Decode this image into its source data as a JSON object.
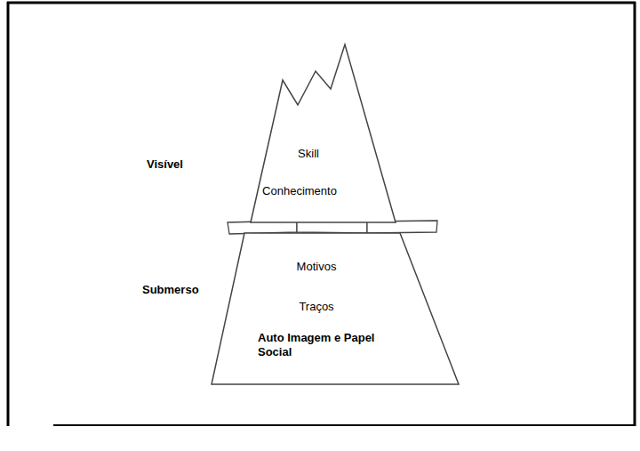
{
  "diagram": {
    "nodes": [
      {
        "text": [
          "Skill",
          "Conhecimento"
        ]
      },
      {
        "text": [
          "Motivos",
          "Traços",
          "Auto Imagem e Papel Social"
        ]
      }
    ],
    "labels": [
      "Visível",
      "Submerso"
    ]
  }
}
